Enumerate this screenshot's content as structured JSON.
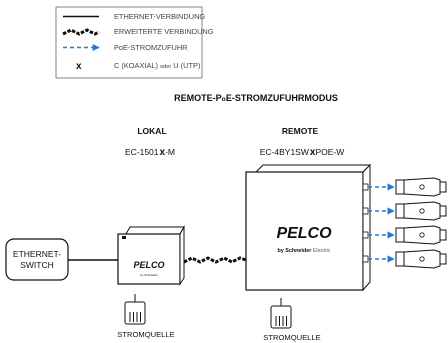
{
  "legend": {
    "ethernet": "ETHERNET-VERBINDUNG",
    "extended": "ERWEITERTE VERBINDUNG",
    "poe": "PoE-STROMZUFUHR",
    "symbol_glyph": "x",
    "symbol_text_a": "C (KOAXIAL)",
    "symbol_text_or": "oder",
    "symbol_text_b": "U (UTP)"
  },
  "title_a": "REMOTE-P",
  "title_small_o": "o",
  "title_b": "E-STROMZUFUHRMODUS",
  "local": {
    "label": "LOKAL",
    "model_a": "EC-1501",
    "model_b": "-M"
  },
  "remote": {
    "label": "REMOTE",
    "model_a": "EC-4BY1SW",
    "model_b": "POE-W"
  },
  "switch": {
    "line1": "ETHERNET-",
    "line2": "SWITCH"
  },
  "brand": {
    "pelco": "PELCO",
    "byline_a": "by Schneider",
    "byline_b": "Electric"
  },
  "power_local": "STROMQUELLE",
  "power_remote": "STROMQUELLE",
  "colors": {
    "poe_arrow": "#1e7bd6",
    "line": "#111111"
  }
}
